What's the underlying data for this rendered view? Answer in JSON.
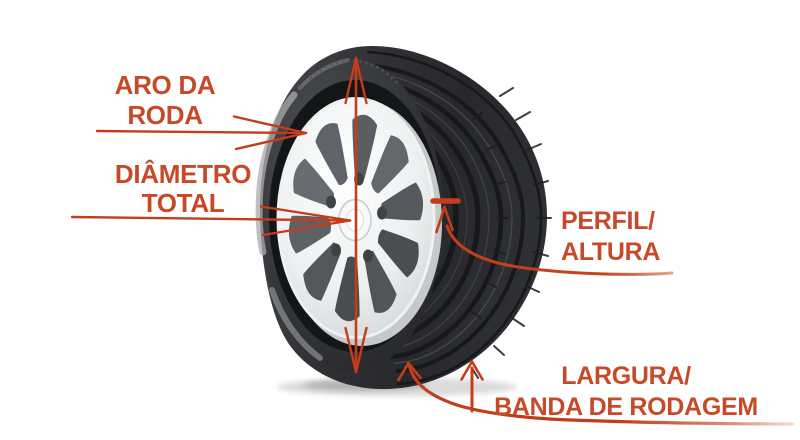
{
  "labels": {
    "rim": {
      "line1": "ARO DA",
      "line2": "RODA"
    },
    "diameter": {
      "line1": "DIÂMETRO",
      "line2": "TOTAL"
    },
    "profile": {
      "line1": "PERFIL/",
      "line2": "ALTURA"
    },
    "width": {
      "line1": "LARGURA/",
      "line2": "BANDA DE RODAGEM"
    }
  },
  "colors": {
    "label": "#C74A28",
    "arrow": "#C33D1B",
    "background": "#FFFFFF"
  }
}
